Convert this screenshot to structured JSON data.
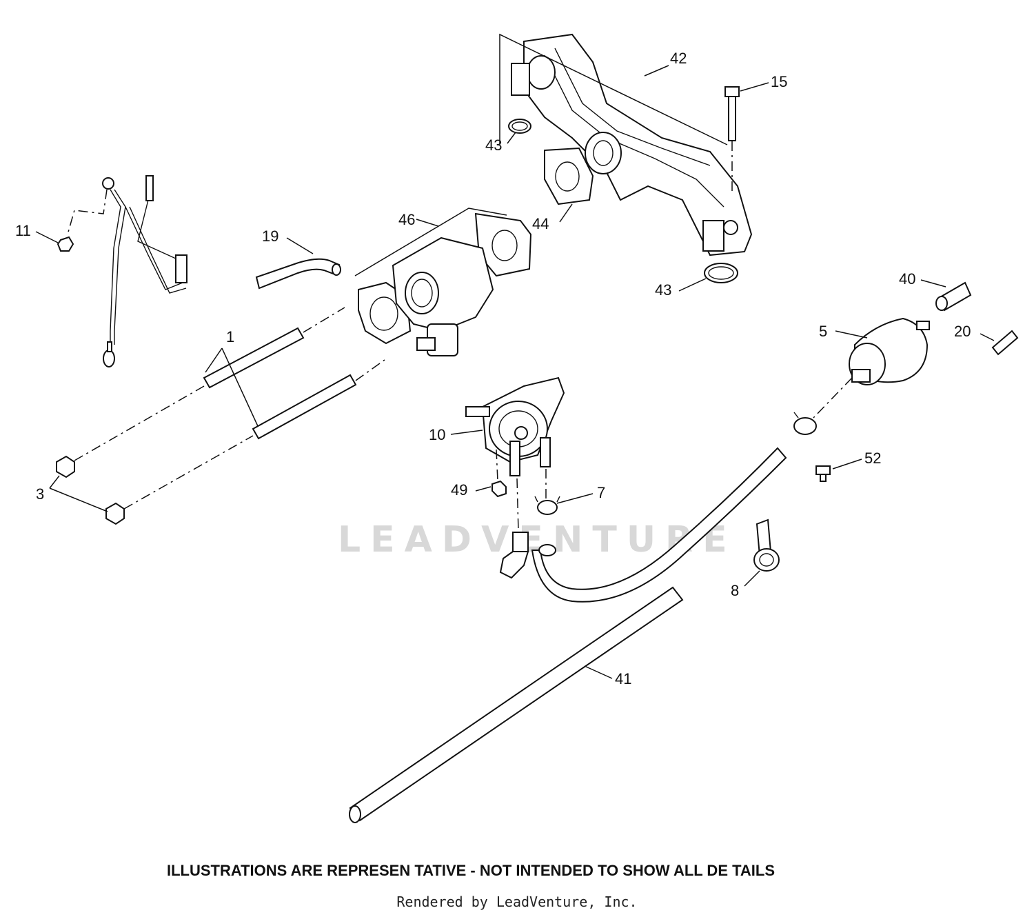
{
  "watermark": "LEADVENTURE",
  "callouts": {
    "c1": "1",
    "c3": "3",
    "c5": "5",
    "c7": "7",
    "c8": "8",
    "c10": "10",
    "c11": "11",
    "c15": "15",
    "c19": "19",
    "c20": "20",
    "c40": "40",
    "c41": "41",
    "c42": "42",
    "c43a": "43",
    "c43b": "43",
    "c44": "44",
    "c46": "46",
    "c49": "49",
    "c52": "52"
  },
  "footer": {
    "disclaimer": "ILLUSTRATIONS ARE REPRESEN TATIVE - NOT INTENDED  TO SHOW ALL DE TAILS",
    "credit": "Rendered by LeadVenture, Inc."
  }
}
